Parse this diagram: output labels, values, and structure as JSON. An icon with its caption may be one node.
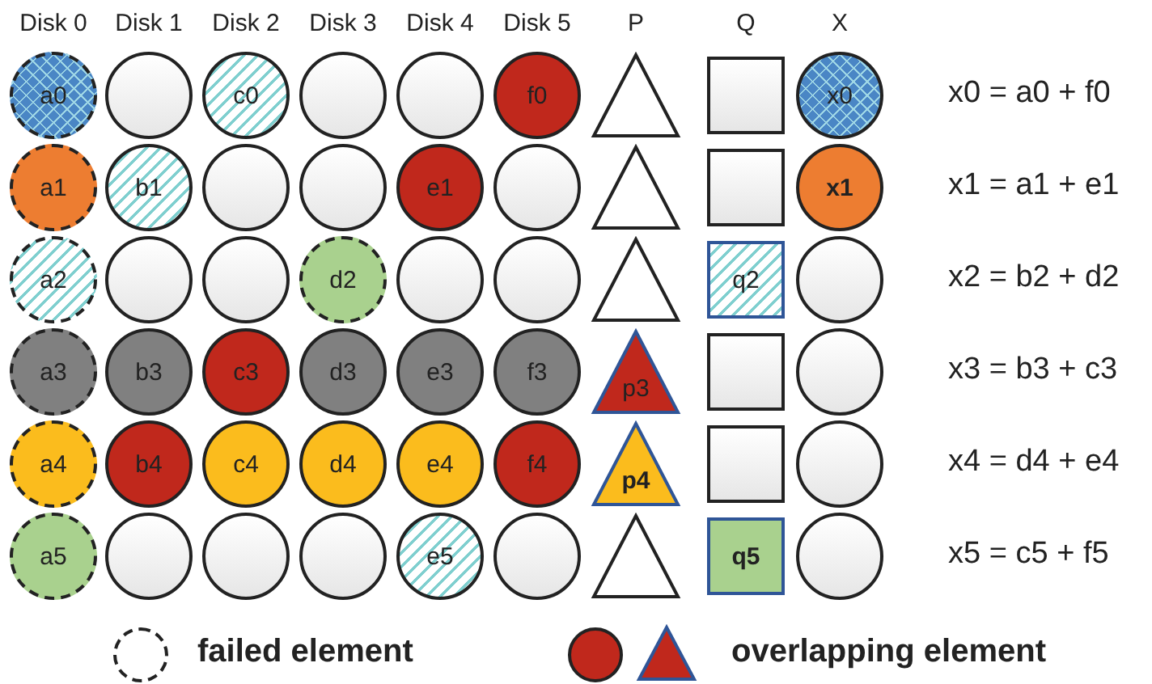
{
  "diagram": {
    "nodes": [
      {
        "text": [
          "a0"
        ]
      },
      {
        "text": [],
        "shape": "circle"
      },
      {
        "text": [
          "c0"
        ]
      },
      {
        "text": [],
        "shape": "circle"
      },
      {
        "text": [],
        "shape": "circle"
      },
      {
        "text": [
          "f0"
        ]
      },
      {
        "text": [],
        "shape": "triangle"
      },
      {
        "text": [],
        "shape": "box"
      },
      {
        "text": [
          "x0"
        ]
      },
      {
        "text": [
          "a1"
        ]
      },
      {
        "text": [
          "b1"
        ]
      },
      {
        "text": [],
        "shape": "circle"
      },
      {
        "text": [],
        "shape": "circle"
      },
      {
        "text": [
          "e1"
        ]
      },
      {
        "text": [],
        "shape": "circle"
      },
      {
        "text": [],
        "shape": "triangle"
      },
      {
        "text": [],
        "shape": "box"
      },
      {
        "text": [
          "x1"
        ]
      },
      {
        "text": [
          "a2"
        ]
      },
      {
        "text": [],
        "shape": "circle"
      },
      {
        "text": [],
        "shape": "circle"
      },
      {
        "text": [
          "d2"
        ]
      },
      {
        "text": [],
        "shape": "circle"
      },
      {
        "text": [],
        "shape": "circle"
      },
      {
        "text": [],
        "shape": "triangle"
      },
      {
        "text": [
          "q2"
        ]
      },
      {
        "text": [],
        "shape": "circle"
      },
      {
        "text": [
          "a3"
        ]
      },
      {
        "text": [
          "b3"
        ]
      },
      {
        "text": [
          "c3"
        ]
      },
      {
        "text": [
          "d3"
        ]
      },
      {
        "text": [
          "e3"
        ]
      },
      {
        "text": [
          "f3"
        ]
      },
      {
        "text": [
          "p3"
        ]
      },
      {
        "text": [],
        "shape": "box"
      },
      {
        "text": [],
        "shape": "circle"
      },
      {
        "text": [
          "a4"
        ]
      },
      {
        "text": [
          "b4"
        ]
      },
      {
        "text": [
          "c4"
        ]
      },
      {
        "text": [
          "d4"
        ]
      },
      {
        "text": [
          "e4"
        ]
      },
      {
        "text": [
          "f4"
        ]
      },
      {
        "text": [
          "p4"
        ]
      },
      {
        "text": [],
        "shape": "box"
      },
      {
        "text": [],
        "shape": "circle"
      },
      {
        "text": [
          "a5"
        ]
      },
      {
        "text": [],
        "shape": "circle"
      },
      {
        "text": [],
        "shape": "circle"
      },
      {
        "text": [],
        "shape": "circle"
      },
      {
        "text": [
          "e5"
        ]
      },
      {
        "text": [],
        "shape": "circle"
      },
      {
        "text": [],
        "shape": "triangle"
      },
      {
        "text": [
          "q5"
        ]
      },
      {
        "text": [],
        "shape": "circle"
      }
    ],
    "labels": [
      "Disk 0",
      "Disk 1",
      "Disk 2",
      "Disk 3",
      "Disk 4",
      "Disk 5",
      "P",
      "Q",
      "X",
      "x0 = a0 + f0",
      "x1 = a1 + e1",
      "x2 = b2 + d2",
      "x3 = b3 + c3",
      "x4 = d4 + e4",
      "x5 = c5 + f5"
    ],
    "legend": [
      {
        "text": "failed element"
      },
      {
        "text": "overlapping element"
      }
    ]
  }
}
